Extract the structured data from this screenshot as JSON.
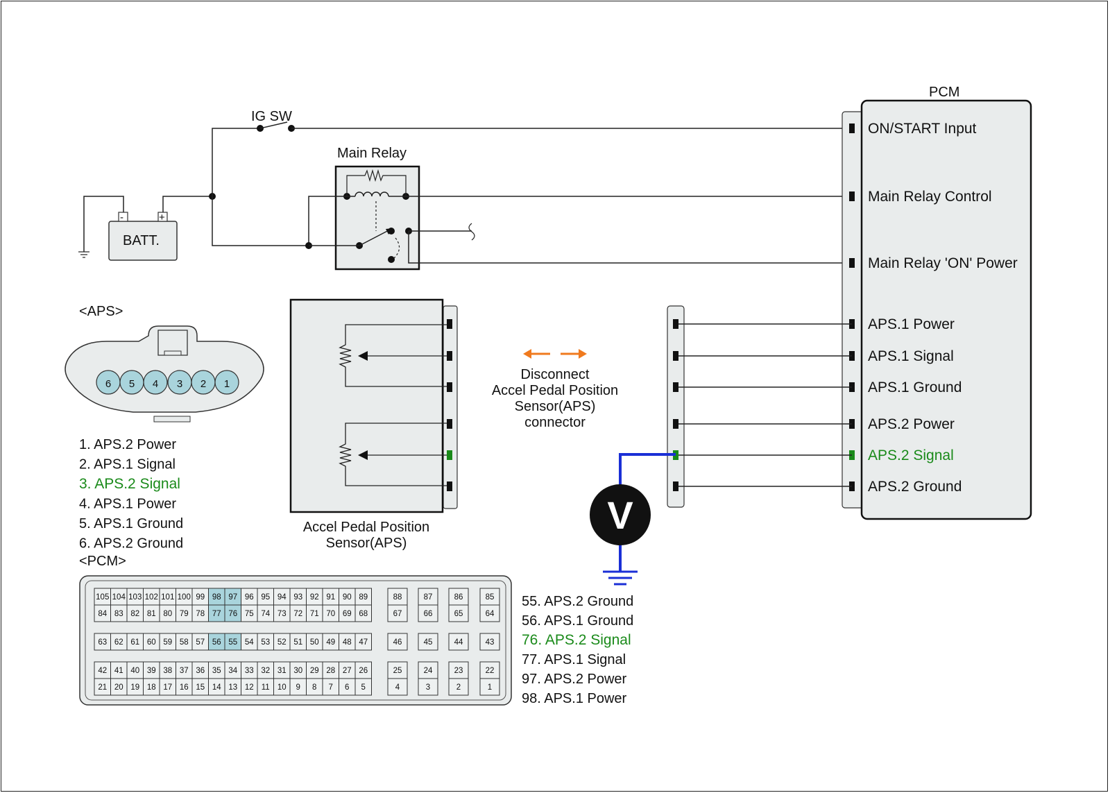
{
  "switch": {
    "label": "IG SW"
  },
  "relay": {
    "label": "Main Relay"
  },
  "battery": {
    "label": "BATT.",
    "minus": "-",
    "plus": "+"
  },
  "pcm": {
    "title": "PCM",
    "terminals": [
      "ON/START Input",
      "Main Relay Control",
      "Main Relay 'ON' Power",
      "APS.1 Power",
      "APS.1 Signal",
      "APS.1 Ground",
      "APS.2 Power",
      "APS.2 Signal",
      "APS.2 Ground"
    ]
  },
  "aps_connector": {
    "title": "<APS>",
    "pins": [
      "6",
      "5",
      "4",
      "3",
      "2",
      "1"
    ],
    "legend": [
      "1. APS.2 Power",
      "2. APS.1 Signal",
      "3. APS.2 Signal",
      "4. APS.1 Power",
      "5. APS.1 Ground",
      "6. APS.2 Ground"
    ],
    "highlight_index": 2
  },
  "sensor": {
    "label_line1": "Accel Pedal Position",
    "label_line2": "Sensor(APS)"
  },
  "instruction": {
    "lines": [
      "Disconnect",
      "Accel Pedal Position",
      "Sensor(APS)",
      "connector"
    ]
  },
  "meter": {
    "symbol": "V"
  },
  "pcm_connector": {
    "title": "<PCM>",
    "rows_main": [
      [
        "105",
        "104",
        "103",
        "102",
        "101",
        "100",
        "99",
        "98",
        "97",
        "96",
        "95",
        "94",
        "93",
        "92",
        "91",
        "90",
        "89"
      ],
      [
        "84",
        "83",
        "82",
        "81",
        "80",
        "79",
        "78",
        "77",
        "76",
        "75",
        "74",
        "73",
        "72",
        "71",
        "70",
        "69",
        "68"
      ],
      [
        "63",
        "62",
        "61",
        "60",
        "59",
        "58",
        "57",
        "56",
        "55",
        "54",
        "53",
        "52",
        "51",
        "50",
        "49",
        "48",
        "47"
      ],
      [
        "42",
        "41",
        "40",
        "39",
        "38",
        "37",
        "36",
        "35",
        "34",
        "33",
        "32",
        "31",
        "30",
        "29",
        "28",
        "27",
        "26"
      ],
      [
        "21",
        "20",
        "19",
        "18",
        "17",
        "16",
        "15",
        "14",
        "13",
        "12",
        "11",
        "10",
        "9",
        "8",
        "7",
        "6",
        "5"
      ]
    ],
    "rows_side": [
      [
        "88",
        "87",
        "86",
        "85"
      ],
      [
        "67",
        "66",
        "65",
        "64"
      ],
      [
        "46",
        "45",
        "44",
        "43"
      ],
      [
        "25",
        "24",
        "23",
        "22"
      ],
      [
        "4",
        "3",
        "2",
        "1"
      ]
    ],
    "highlighted": [
      "98",
      "97",
      "77",
      "76",
      "56",
      "55"
    ],
    "legend": [
      "55. APS.2 Ground",
      "56. APS.1 Ground",
      "76. APS.2 Signal",
      "77. APS.1 Signal",
      "97. APS.2 Power",
      "98. APS.1 Power"
    ],
    "highlight_index": 2
  },
  "colors": {
    "signal_green": "#1a8a1a",
    "meter_wire": "#1a2fd6",
    "arrow": "#f07a1e",
    "connector_highlight": "#a9d4dc"
  }
}
